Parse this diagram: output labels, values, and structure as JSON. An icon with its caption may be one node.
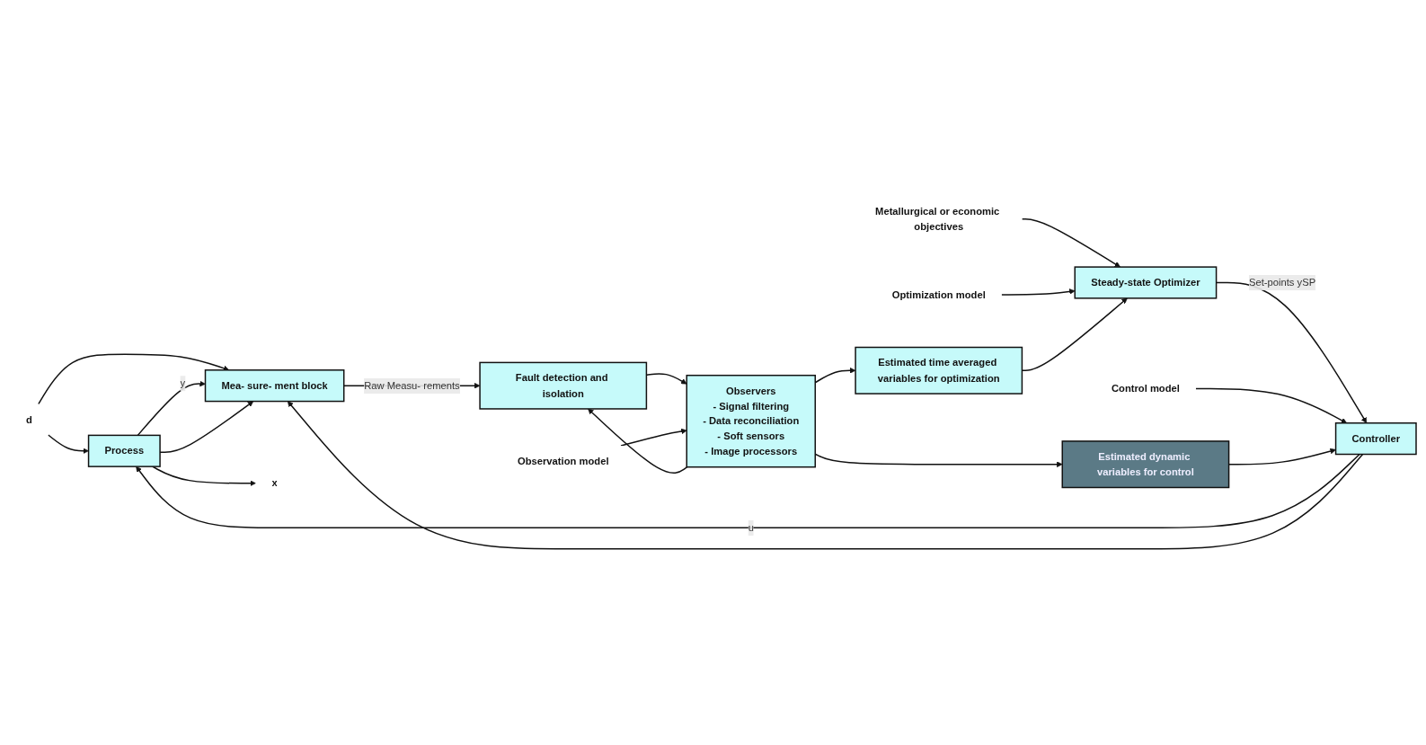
{
  "diagram": {
    "nodes": [
      {
        "text": [
          "Metallurgical or economic objectives"
        ]
      },
      {
        "text": [
          "Optimization model"
        ]
      },
      {
        "text": [
          "Steady-state Optimizer"
        ]
      },
      {
        "text": [
          "Control model"
        ]
      },
      {
        "text": [
          "Controller"
        ]
      },
      {
        "text": [
          "d"
        ]
      },
      {
        "text": [
          "Process"
        ]
      },
      {
        "text": [
          "Mea- sure- ment block"
        ]
      },
      {
        "text": [
          "Fault detection and isolation"
        ]
      },
      {
        "text": [
          "x"
        ]
      },
      {
        "text": [
          "Estimated dynamic variables for control"
        ]
      },
      {
        "text": [
          "Observers",
          "- Signal filtering",
          "- Data reconciliation",
          "- Soft sensors",
          "- Image processors"
        ]
      },
      {
        "text": [
          "Estimated time averaged variables for optimization"
        ]
      },
      {
        "text": [
          "Observation model"
        ]
      }
    ],
    "edges": [
      {
        "from": 0,
        "to": 2,
        "arrow": "to"
      },
      {
        "from": 1,
        "to": 2,
        "arrow": "to"
      },
      {
        "from": 2,
        "to": 4,
        "arrow": "to",
        "label": "Set-points ySP"
      },
      {
        "from": 3,
        "to": 4,
        "arrow": "to"
      },
      {
        "from": 4,
        "to": 6,
        "arrow": "to",
        "label": "u"
      },
      {
        "from": 4,
        "to": 7,
        "arrow": "to"
      },
      {
        "from": 5,
        "to": 6,
        "arrow": "to"
      },
      {
        "from": 5,
        "to": 7,
        "arrow": "to"
      },
      {
        "from": 6,
        "to": 7,
        "arrow": "to",
        "label": "y"
      },
      {
        "from": 6,
        "to": 9,
        "arrow": "to"
      },
      {
        "from": 6,
        "to": 7,
        "arrow": "to"
      },
      {
        "from": 7,
        "to": 8,
        "arrow": "to",
        "label": "Raw Measu- rements"
      },
      {
        "from": 8,
        "to": 11,
        "arrow": "to"
      },
      {
        "from": 11,
        "to": 8,
        "arrow": "to"
      },
      {
        "from": 11,
        "to": 10,
        "arrow": "to"
      },
      {
        "from": 10,
        "to": 4,
        "arrow": "to"
      },
      {
        "from": 11,
        "to": 12,
        "arrow": "to"
      },
      {
        "from": 12,
        "to": 2,
        "arrow": "to"
      },
      {
        "from": 13,
        "to": 11,
        "arrow": "to"
      }
    ]
  }
}
